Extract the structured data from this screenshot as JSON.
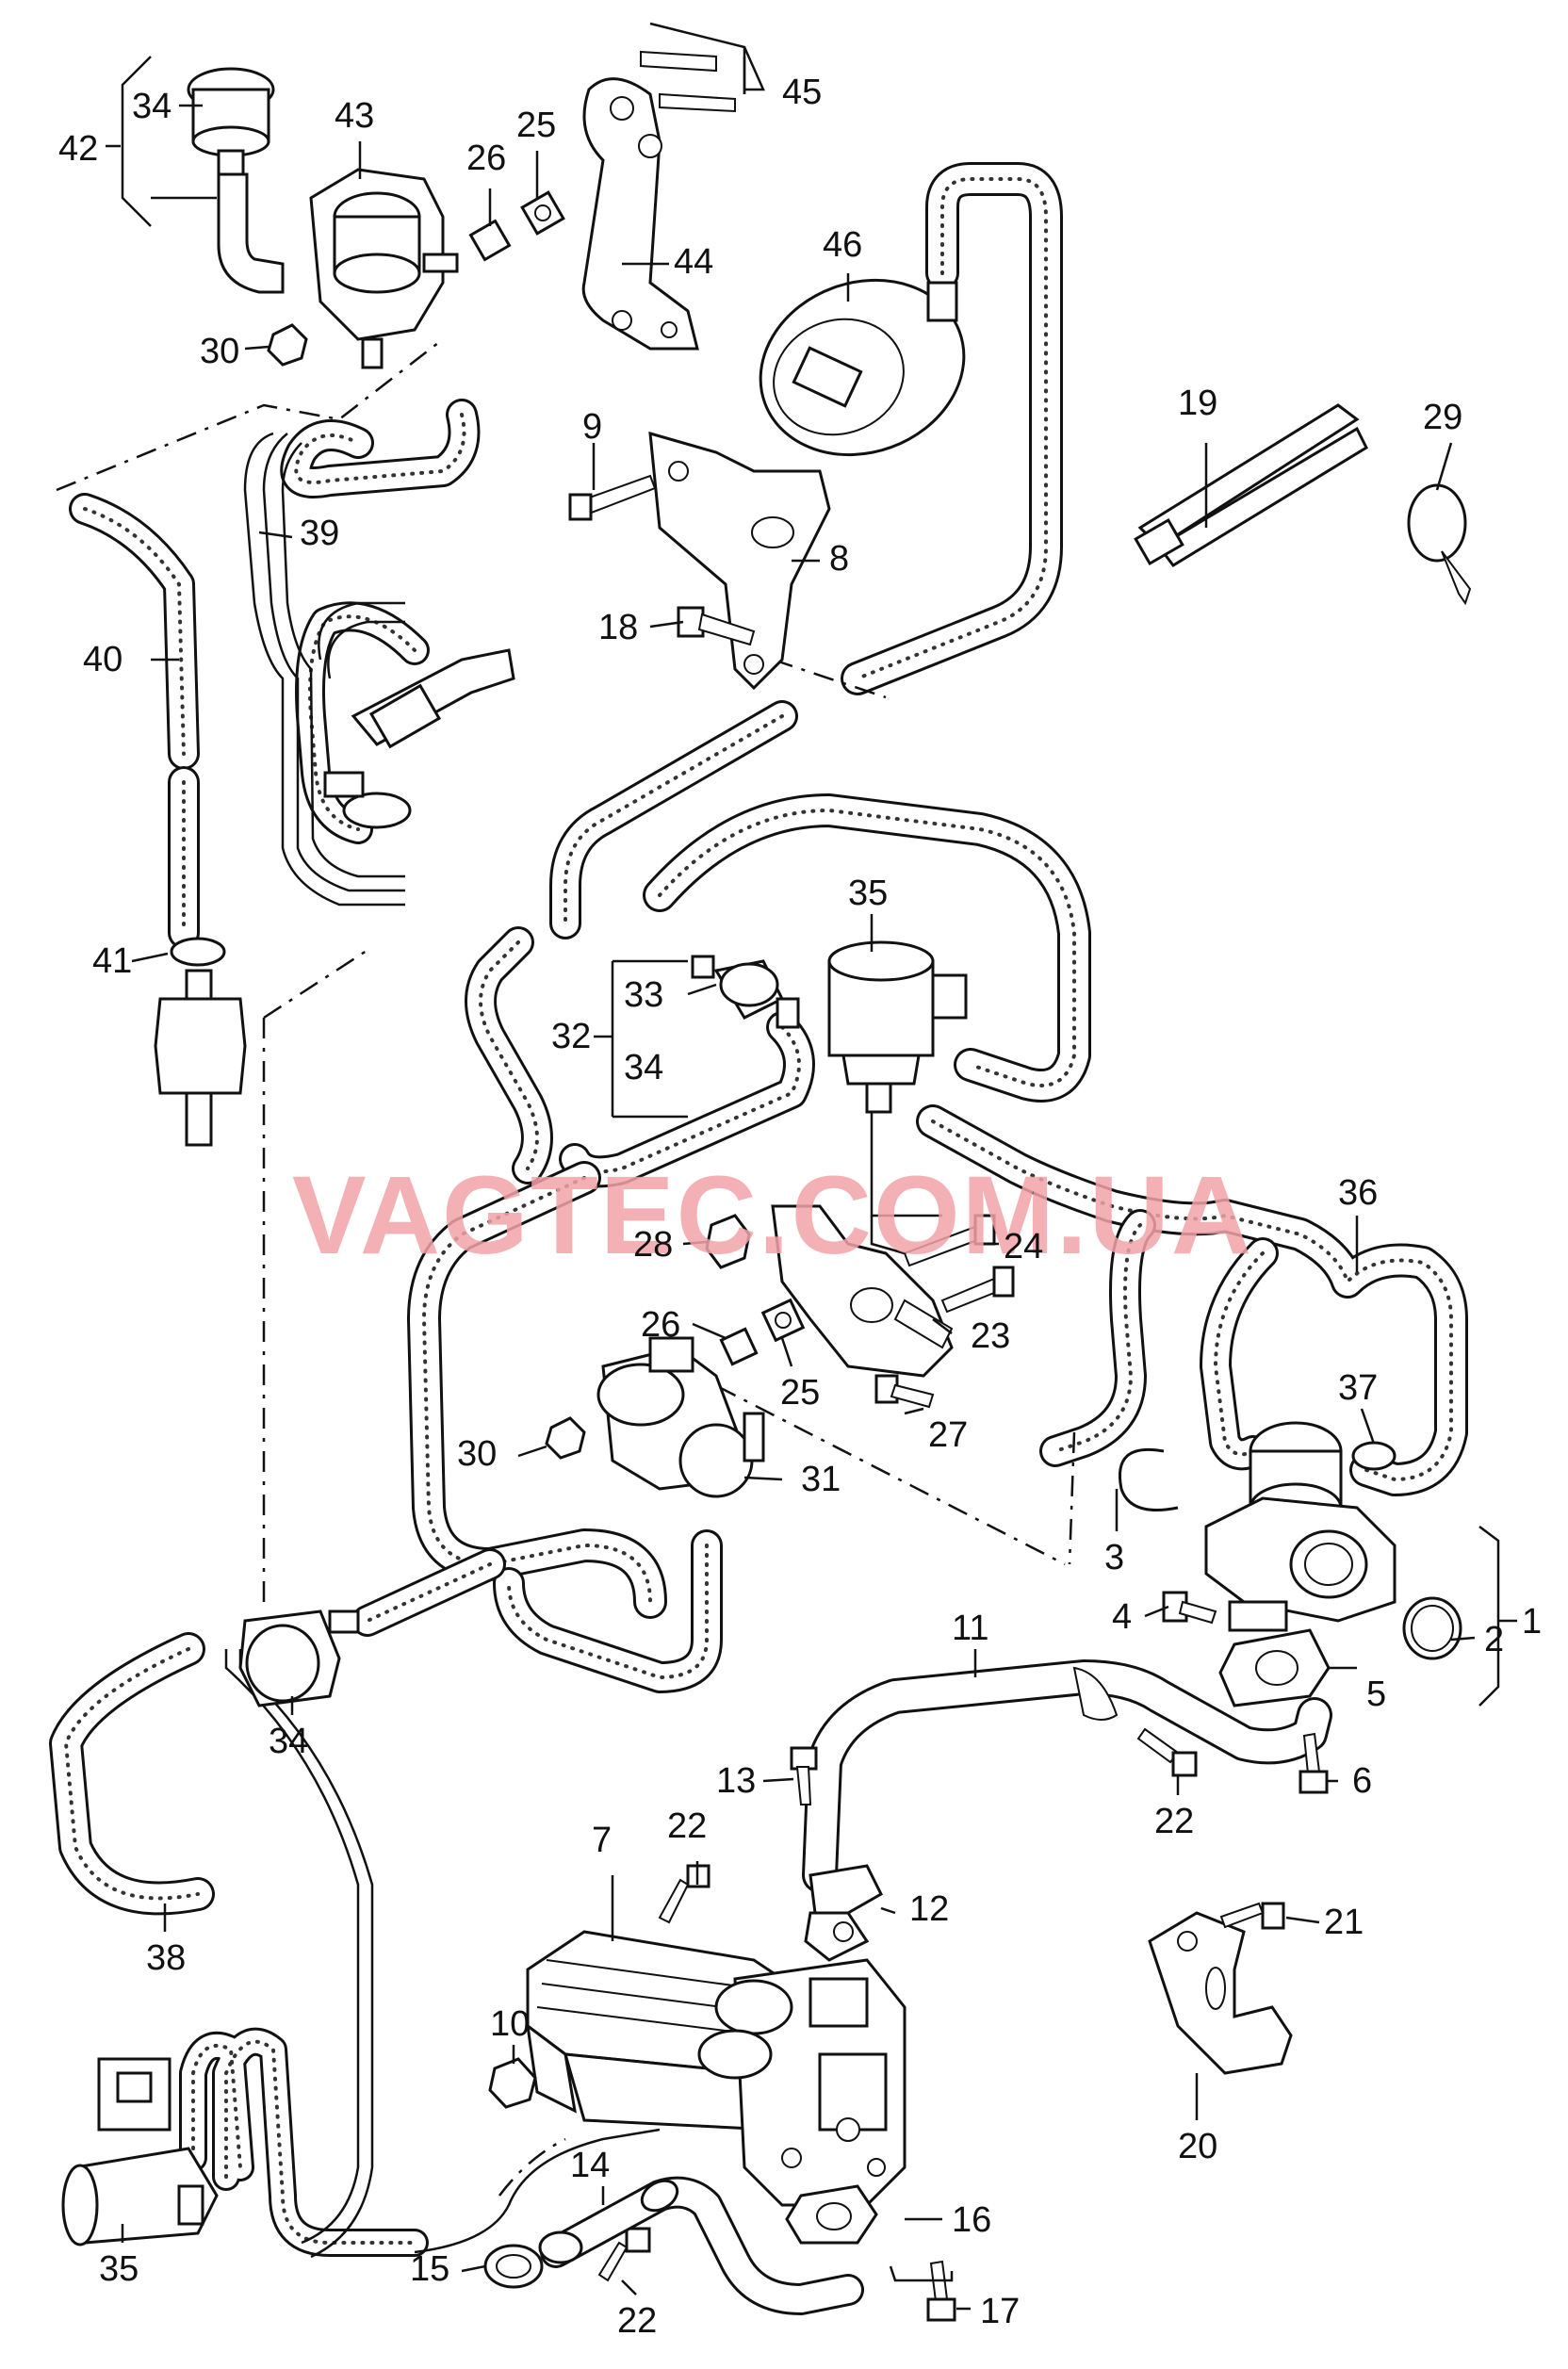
{
  "watermark": {
    "text": "VAGTEC.COM.UA",
    "color": "#f2a3a8"
  },
  "callouts": {
    "n34a": "34",
    "n42": "42",
    "n43": "43",
    "n25a": "25",
    "n26a": "26",
    "n45": "45",
    "n44": "44",
    "n46": "46",
    "n30a": "30",
    "n9": "9",
    "n8": "8",
    "n39": "39",
    "n40": "40",
    "n18": "18",
    "n19": "19",
    "n29": "29",
    "n41": "41",
    "n35a": "35",
    "n33": "33",
    "n32": "32",
    "n34b": "34",
    "n28": "28",
    "n24": "24",
    "n36": "36",
    "n26b": "26",
    "n23": "23",
    "n25b": "25",
    "n27": "27",
    "n37": "37",
    "n30b": "30",
    "n31": "31",
    "n3": "3",
    "n1": "1",
    "n4": "4",
    "n2": "2",
    "n11": "11",
    "n5": "5",
    "n34c": "34",
    "n6": "6",
    "n13": "13",
    "n22a": "22",
    "n7": "7",
    "n22b": "22",
    "n12": "12",
    "n21": "21",
    "n38": "38",
    "n10": "10",
    "n20": "20",
    "n14": "14",
    "n16": "16",
    "n35b": "35",
    "n15": "15",
    "n22c": "22",
    "n17": "17"
  }
}
